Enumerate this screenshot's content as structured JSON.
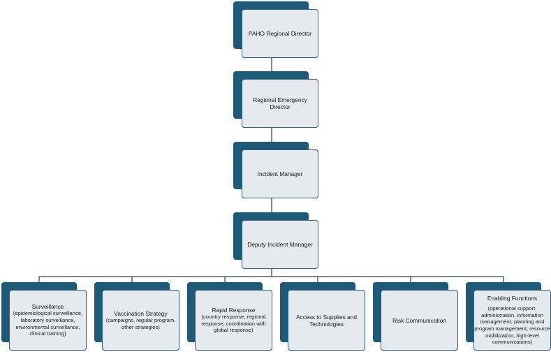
{
  "colors": {
    "back_block": "#1d5a78",
    "box_fill": "#e6e9ee",
    "box_border": "#2c6380",
    "connector": "#2a3f4c"
  },
  "chain": [
    {
      "title": "PAHO Regional Director"
    },
    {
      "title": "Regional Emergency Director"
    },
    {
      "title": "Incident Manager"
    },
    {
      "title": "Deputy Incident Manager"
    }
  ],
  "functions": [
    {
      "title": "Surveillance",
      "detail": "(epidemiological surveillance, laboratory surveillance, environmental surveillance, clinical training)"
    },
    {
      "title": "Vaccination Strategy",
      "detail": "(campaigns, regular program, other strategies)"
    },
    {
      "title": "Rapid Response",
      "detail": "(country response, regional response, coordination with global response)"
    },
    {
      "title": "Access to Supplies and Technologies",
      "detail": ""
    },
    {
      "title": "Risk Communication",
      "detail": ""
    },
    {
      "title": "Enabling Functions",
      "detail": "(operational support, administration, information management, planning and program management, resource mobilization, high-level communications)"
    }
  ]
}
